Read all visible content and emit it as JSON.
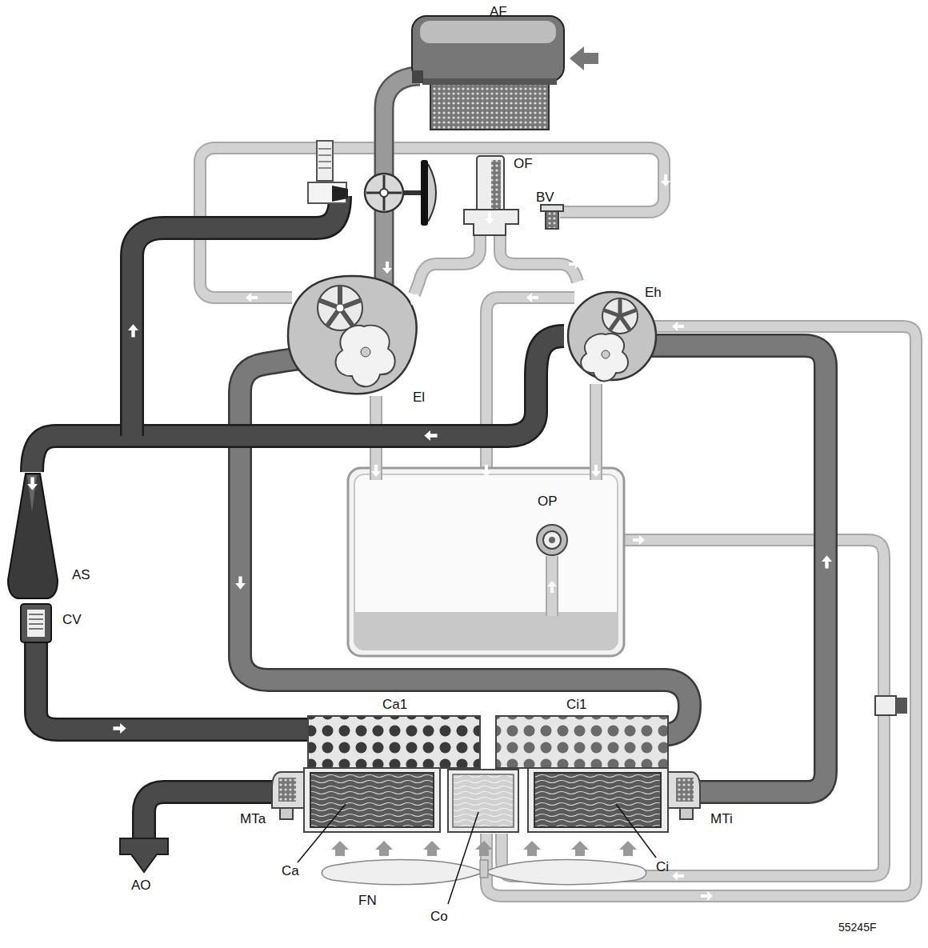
{
  "diagram": {
    "labels": [
      "AF",
      "OF",
      "BV",
      "Eh",
      "El",
      "OP",
      "AS",
      "CV",
      "Ca1",
      "Ci1",
      "MTa",
      "MTi",
      "Ca",
      "Ci",
      "FN",
      "Co",
      "AO",
      "55245F"
    ]
  }
}
